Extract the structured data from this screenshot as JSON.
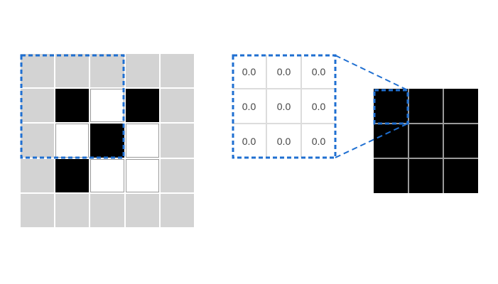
{
  "colors": {
    "padding": "#d3d3d3",
    "black": "#000000",
    "white": "#ffffff",
    "highlight": "#1f6fd1"
  },
  "input_grid": {
    "rows": [
      [
        "pad",
        "pad",
        "pad",
        "pad",
        "pad"
      ],
      [
        "pad",
        "black",
        "white",
        "black",
        "pad"
      ],
      [
        "pad",
        "white",
        "black",
        "white",
        "pad"
      ],
      [
        "pad",
        "black",
        "white",
        "white",
        "pad"
      ],
      [
        "pad",
        "pad",
        "pad",
        "pad",
        "pad"
      ]
    ]
  },
  "kernel": {
    "values": [
      [
        "0.0",
        "0.0",
        "0.0"
      ],
      [
        "0.0",
        "0.0",
        "0.0"
      ],
      [
        "0.0",
        "0.0",
        "0.0"
      ]
    ]
  },
  "output_grid": {
    "rows": [
      [
        "black",
        "black",
        "black"
      ],
      [
        "black",
        "black",
        "black"
      ],
      [
        "black",
        "black",
        "black"
      ]
    ]
  }
}
